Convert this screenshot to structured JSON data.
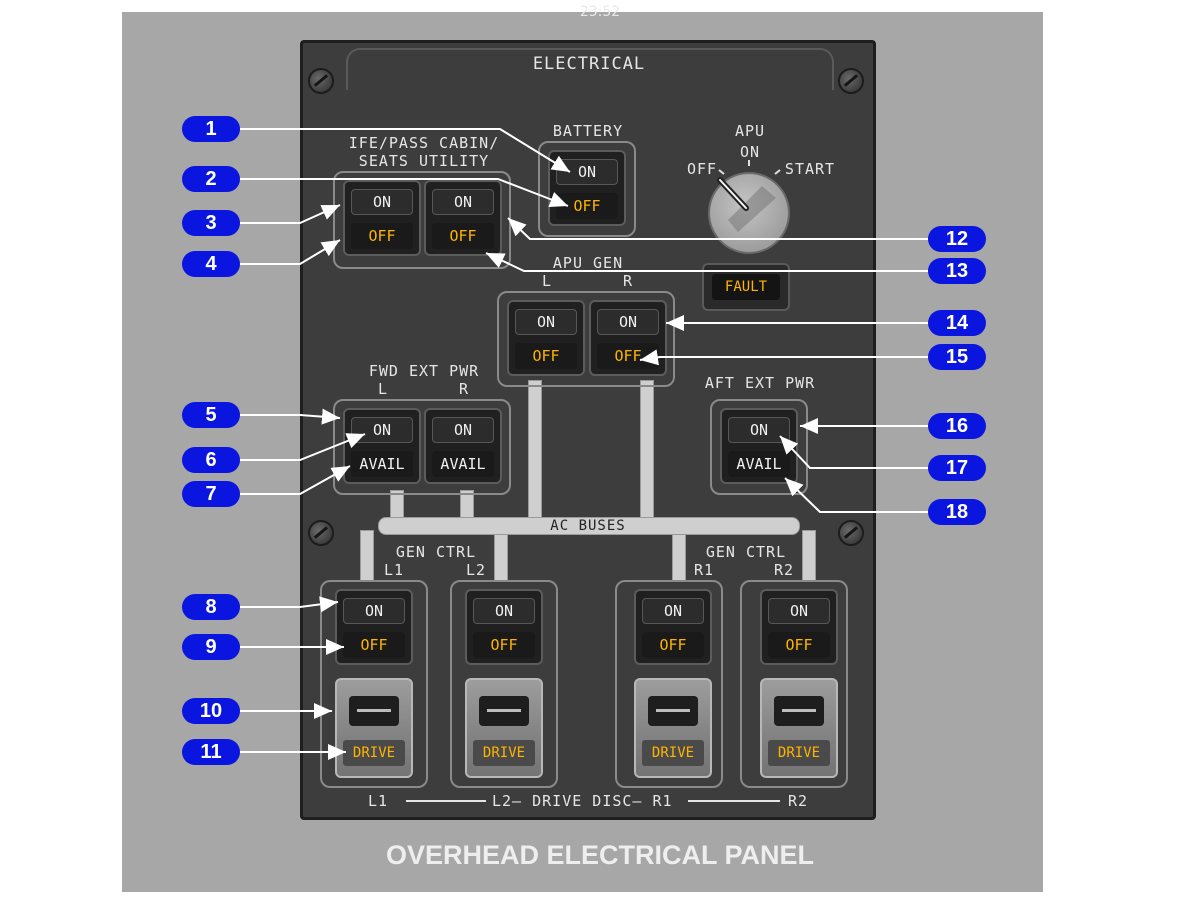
{
  "status_time": "23:52",
  "panel_title": "ELECTRICAL",
  "caption": "OVERHEAD ELECTRICAL PANEL",
  "labels": {
    "ife_pass": "IFE/PASS CABIN/",
    "seats_utility": "SEATS UTILITY",
    "battery": "BATTERY",
    "apu": "APU",
    "apu_off": "OFF",
    "apu_on": "ON",
    "apu_start": "START",
    "apu_gen": "APU GEN",
    "apu_gen_l": "L",
    "apu_gen_r": "R",
    "fwd_ext_pwr": "FWD EXT PWR",
    "fwd_l": "L",
    "fwd_r": "R",
    "aft_ext_pwr": "AFT EXT PWR",
    "ac_buses": "AC BUSES",
    "gen_ctrl_left": "GEN CTRL",
    "gen_ctrl_right": "GEN CTRL",
    "l1": "L1",
    "l2": "L2",
    "r1": "R1",
    "r2": "R2",
    "drive_disc_l1": "L1",
    "drive_disc_mid": "L2— DRIVE DISC— R1",
    "drive_disc_r2": "R2"
  },
  "switches": {
    "battery": {
      "top": "ON",
      "bottom": "OFF"
    },
    "ife_seats": {
      "top": "ON",
      "bottom": "OFF"
    },
    "cabin_utility": {
      "top": "ON",
      "bottom": "OFF"
    },
    "apu_gen_l": {
      "top": "ON",
      "bottom": "OFF"
    },
    "apu_gen_r": {
      "top": "ON",
      "bottom": "OFF"
    },
    "fwd_ext_l": {
      "top": "ON",
      "bottom": "AVAIL"
    },
    "fwd_ext_r": {
      "top": "ON",
      "bottom": "AVAIL"
    },
    "aft_ext": {
      "top": "ON",
      "bottom": "AVAIL"
    },
    "gen_l1": {
      "top": "ON",
      "bottom": "OFF"
    },
    "gen_l2": {
      "top": "ON",
      "bottom": "OFF"
    },
    "gen_r1": {
      "top": "ON",
      "bottom": "OFF"
    },
    "gen_r2": {
      "top": "ON",
      "bottom": "OFF"
    }
  },
  "apu_fault": "FAULT",
  "drive": {
    "l1": "DRIVE",
    "l2": "DRIVE",
    "r1": "DRIVE",
    "r2": "DRIVE"
  },
  "callouts": [
    "1",
    "2",
    "3",
    "4",
    "5",
    "6",
    "7",
    "8",
    "9",
    "10",
    "11",
    "12",
    "13",
    "14",
    "15",
    "16",
    "17",
    "18"
  ],
  "colors": {
    "callout": "#0a16e0",
    "amber": "#ffb400",
    "panel": "#3d3d3d"
  }
}
